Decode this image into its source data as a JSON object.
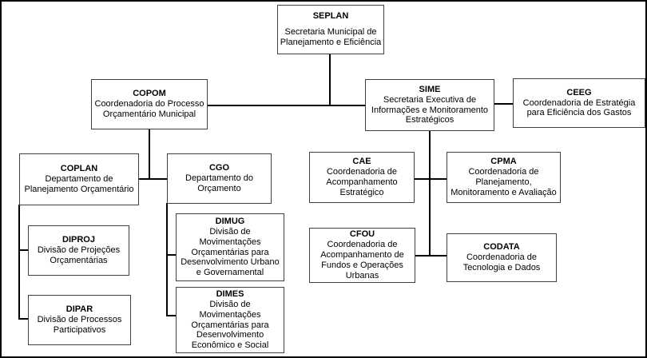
{
  "diagram": {
    "type": "org-chart",
    "colors": {
      "background": "#ffffff",
      "box_border": "#3f3f3f",
      "connector_line": "#000000",
      "text": "#000000"
    },
    "nodes": {
      "seplan": {
        "acronym": "SEPLAN",
        "name": "Secretaria Municipal de Planejamento e Eficiência"
      },
      "copom": {
        "acronym": "COPOM",
        "name": "Coordenadoria do Processo Orçamentário Municipal"
      },
      "sime": {
        "acronym": "SIME",
        "name": "Secretaria Executiva de Informações e Monitoramento Estratégicos"
      },
      "ceeg": {
        "acronym": "CEEG",
        "name": "Coordenadoria de Estratégia para Eficiência dos Gastos"
      },
      "coplan": {
        "acronym": "COPLAN",
        "name": "Departamento de Planejamento Orçamentário"
      },
      "cgo": {
        "acronym": "CGO",
        "name": "Departamento do Orçamento"
      },
      "cae": {
        "acronym": "CAE",
        "name": "Coordenadoria de Acompanhamento Estratégico"
      },
      "cpma": {
        "acronym": "CPMA",
        "name": "Coordenadoria de Planejamento, Monitoramento e Avaliação"
      },
      "diproj": {
        "acronym": "DIPROJ",
        "name": "Divisão de Projeções Orçamentárias"
      },
      "dipar": {
        "acronym": "DIPAR",
        "name": "Divisão de Processos Participativos"
      },
      "dimug": {
        "acronym": "DIMUG",
        "name": "Divisão de Movimentações Orçamentárias para Desenvolvimento Urbano e Governamental"
      },
      "dimes": {
        "acronym": "DIMES",
        "name": "Divisão de Movimentações Orçamentárias para Desenvolvimento Econômico e Social"
      },
      "cfou": {
        "acronym": "CFOU",
        "name": "Coordenadoria de Acompanhamento de Fundos e Operações Urbanas"
      },
      "codata": {
        "acronym": "CODATA",
        "name": "Coordenadoria de Tecnologia e Dados"
      }
    },
    "edges": [
      [
        "SEPLAN",
        "COPOM"
      ],
      [
        "SEPLAN",
        "SIME"
      ],
      [
        "SIME",
        "CEEG"
      ],
      [
        "COPOM",
        "COPLAN"
      ],
      [
        "COPOM",
        "CGO"
      ],
      [
        "COPLAN",
        "DIPROJ"
      ],
      [
        "COPLAN",
        "DIPAR"
      ],
      [
        "CGO",
        "DIMUG"
      ],
      [
        "CGO",
        "DIMES"
      ],
      [
        "SIME",
        "CAE"
      ],
      [
        "SIME",
        "CPMA"
      ],
      [
        "SIME",
        "CFOU"
      ],
      [
        "SIME",
        "CODATA"
      ]
    ]
  }
}
